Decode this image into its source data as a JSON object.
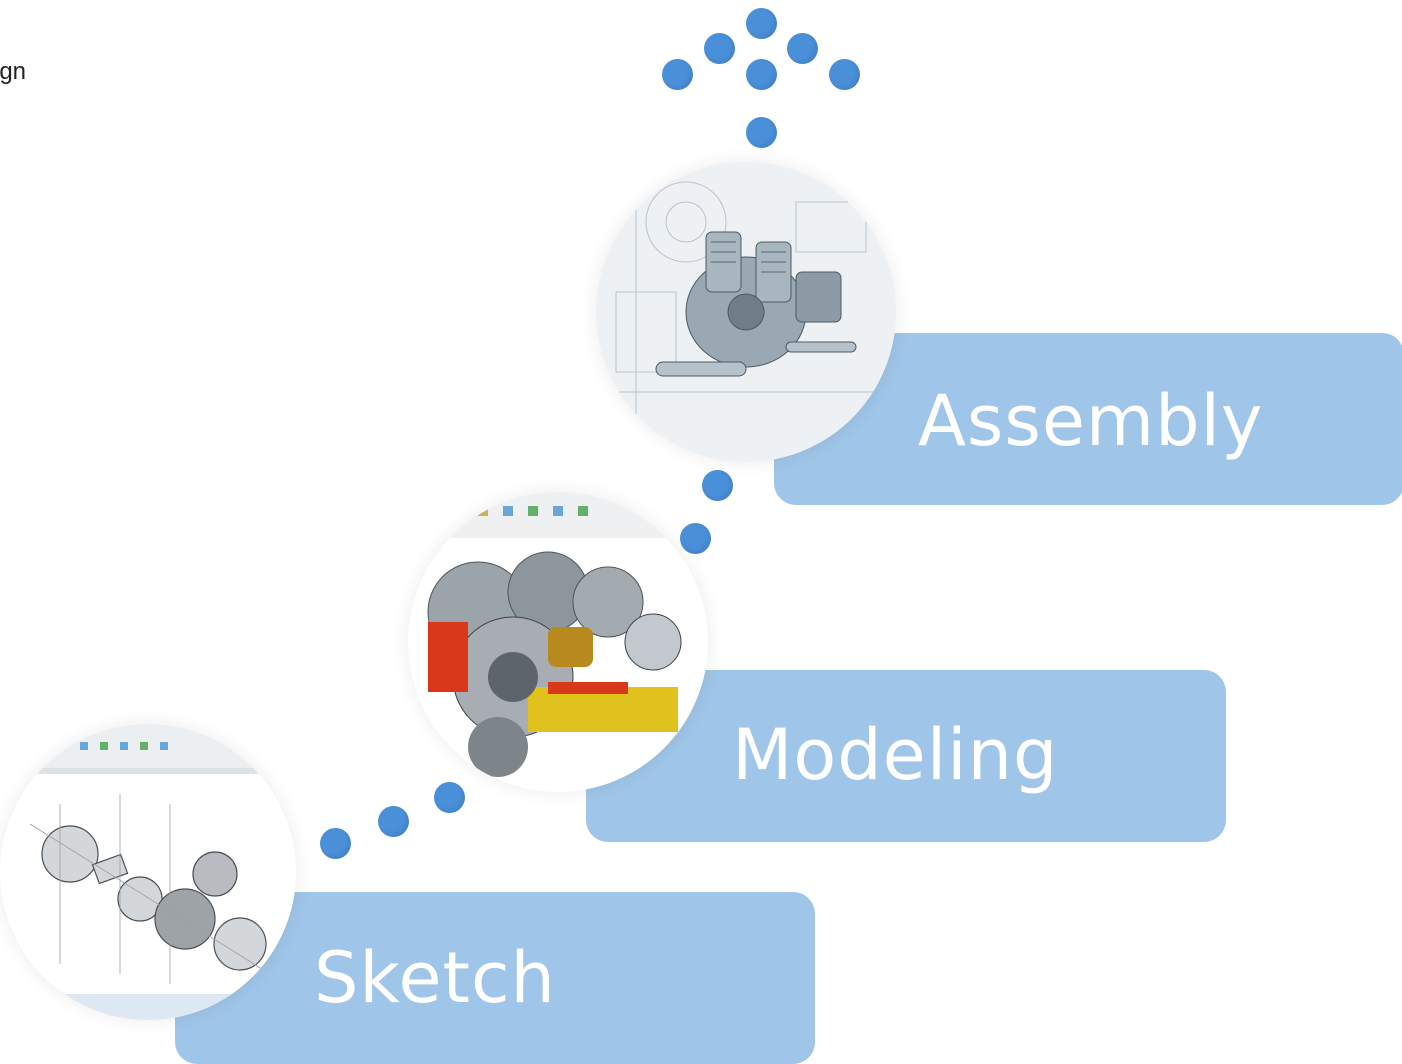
{
  "corner_text": "ign",
  "stages": [
    {
      "label": "Sketch",
      "image_icon": "exploded-drawing-screenshot-icon"
    },
    {
      "label": "Modeling",
      "image_icon": "cad-section-model-icon"
    },
    {
      "label": "Assembly",
      "image_icon": "engine-assembly-render-icon"
    }
  ],
  "colors": {
    "dot": "#4a90d9",
    "box": "#9fc5e8",
    "label_text": "#ffffff"
  }
}
